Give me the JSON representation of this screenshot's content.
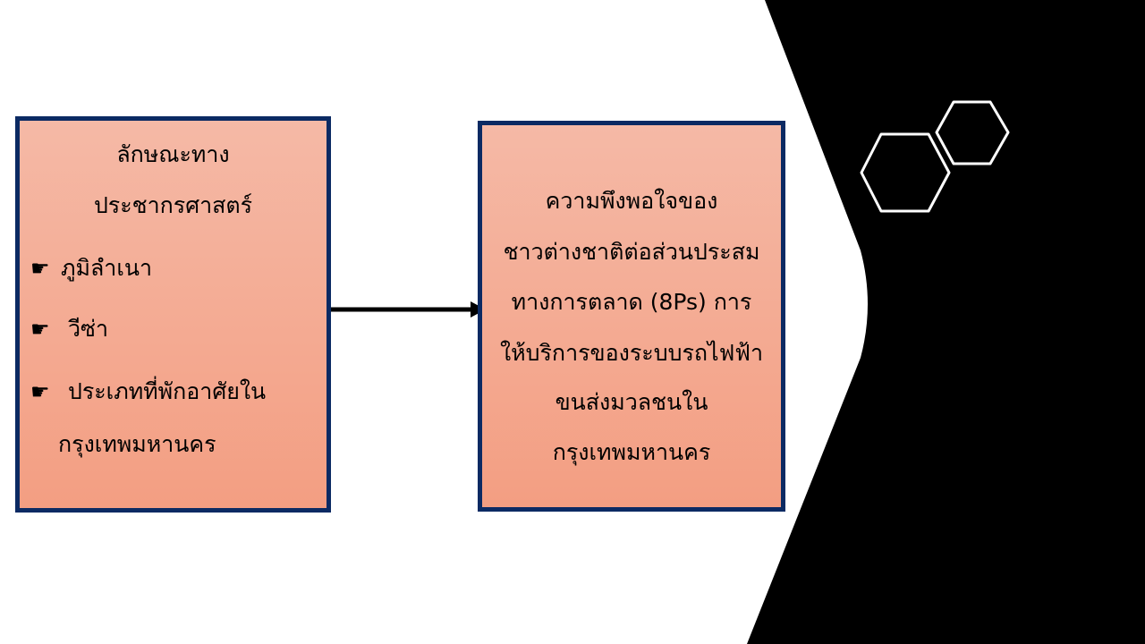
{
  "left_box": {
    "title_lines": [
      "ลักษณะทาง",
      "ประชากรศาสตร์"
    ],
    "bullet_icon": "pointing-hand-icon",
    "items": [
      "ภูมิลำเนา",
      "วีซ่า",
      "ประเภทที่พักอาศัยใน"
    ],
    "item_continuation": "กรุงเทพมหานคร"
  },
  "right_box": {
    "lines": [
      "ความพึงพอใจของ",
      "ชาวต่างชาติต่อส่วนประสม",
      "ทางการตลาด (8Ps) การ",
      "ให้บริการของระบบรถไฟฟ้า",
      "ขนส่งมวลชนใน",
      "กรุงเทพมหานคร"
    ]
  },
  "colors": {
    "border": "#0b2a63",
    "fill_top": "#f5b9a6",
    "fill_bottom": "#f39e82",
    "accent_shape": "#000000"
  }
}
